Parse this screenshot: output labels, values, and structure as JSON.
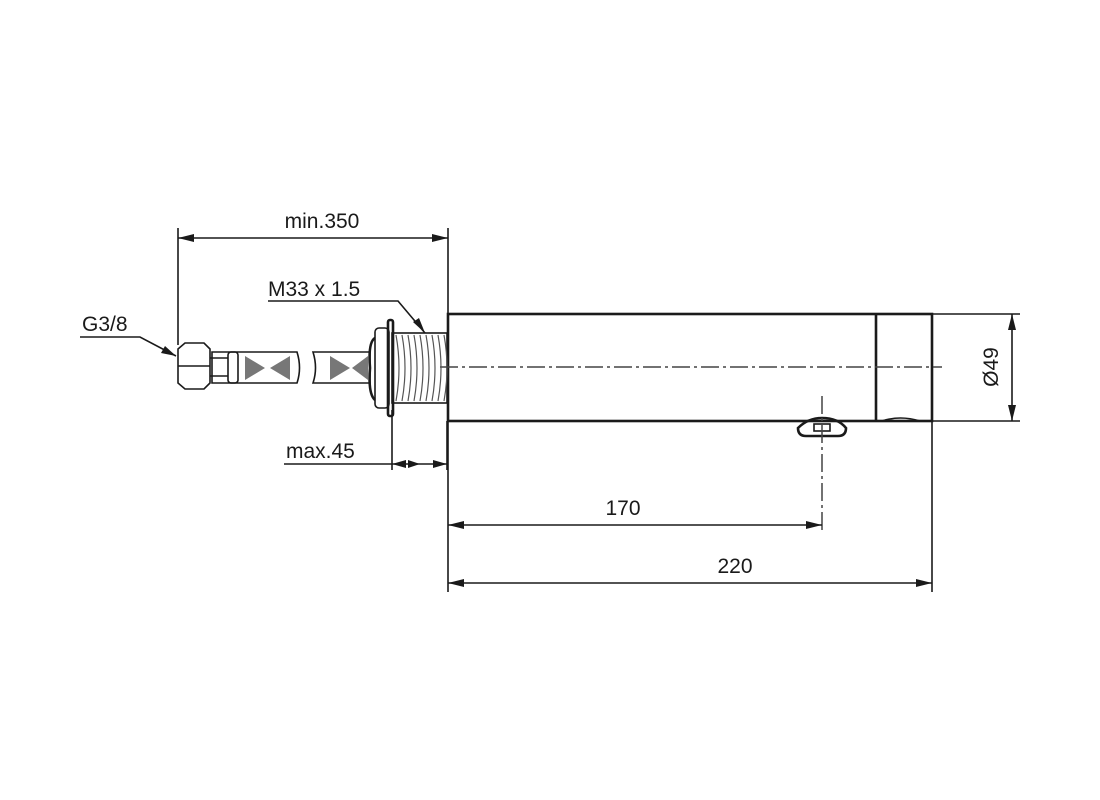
{
  "drawing": {
    "labels": {
      "min_length": "min.350",
      "thread": "M33 x 1.5",
      "connection": "G3/8",
      "max_thickness": "max.45",
      "spout_distance": "170",
      "total_length": "220",
      "diameter": "Ø49"
    },
    "line_color": "#1a1a1a",
    "background": "#ffffff"
  }
}
